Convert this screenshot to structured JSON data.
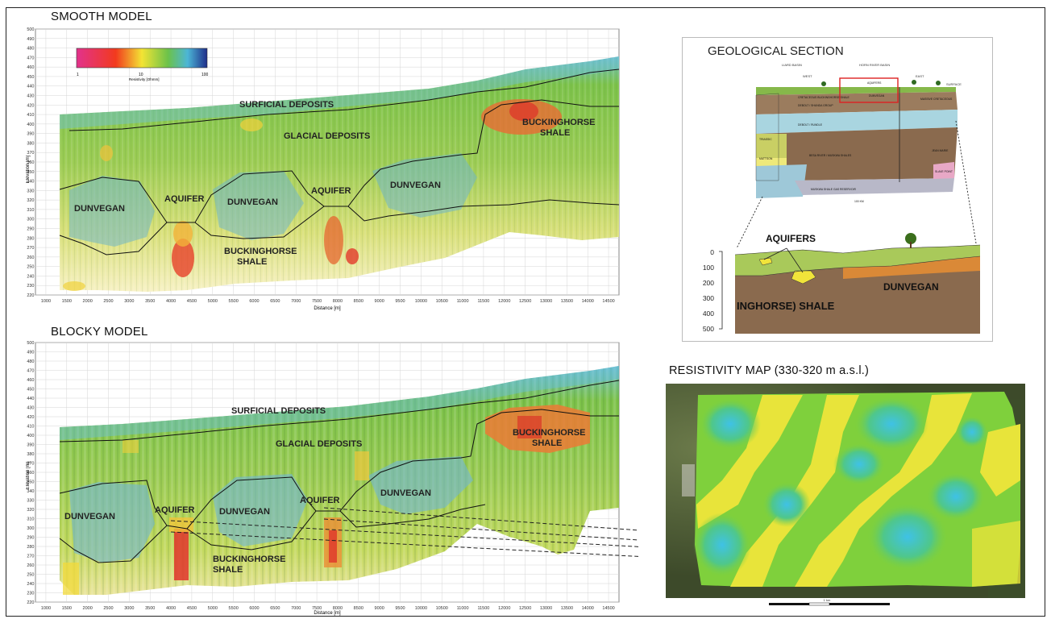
{
  "smooth": {
    "title": "SMOOTH MODEL",
    "ylabel": "Elevation [m]",
    "xlabel": "Distance [m]",
    "yticks": [
      220,
      230,
      240,
      250,
      260,
      270,
      280,
      290,
      300,
      310,
      320,
      330,
      340,
      350,
      360,
      370,
      380,
      390,
      400,
      410,
      420,
      430,
      440,
      450,
      460,
      470,
      480,
      490,
      500
    ],
    "xticks": [
      1000,
      1500,
      2000,
      2500,
      3000,
      3500,
      4000,
      4500,
      5000,
      5500,
      6000,
      6500,
      7000,
      7500,
      8000,
      8500,
      9000,
      9500,
      10000,
      10500,
      11000,
      11500,
      12000,
      12500,
      13000,
      13500,
      14000,
      14500
    ],
    "colorbar": {
      "min": "1",
      "mid": "10",
      "max": "100",
      "label": "Resistivity [Ohmm]"
    },
    "labels": {
      "surficial": "SURFICIAL DEPOSITS",
      "glacial": "GLACIAL DEPOSITS",
      "bh_top_1": "BUCKINGHORSE",
      "bh_top_2": "SHALE",
      "dunvegan_1": "DUNVEGAN",
      "aquifer_1": "AQUIFER",
      "dunvegan_2": "DUNVEGAN",
      "aquifer_2": "AQUIFER",
      "dunvegan_3": "DUNVEGAN",
      "bh_bot_1": "BUCKINGHORSE",
      "bh_bot_2": "SHALE"
    }
  },
  "blocky": {
    "title": "BLOCKY MODEL",
    "ylabel": "Elevation [m]",
    "xlabel": "Distance [m]",
    "yticks": [
      220,
      230,
      240,
      250,
      260,
      270,
      280,
      290,
      300,
      310,
      320,
      330,
      340,
      350,
      360,
      370,
      380,
      390,
      400,
      410,
      420,
      430,
      440,
      450,
      460,
      470,
      480,
      490,
      500
    ],
    "xticks": [
      1000,
      1500,
      2000,
      2500,
      3000,
      3500,
      4000,
      4500,
      5000,
      5500,
      6000,
      6500,
      7000,
      7500,
      8000,
      8500,
      9000,
      9500,
      10000,
      10500,
      11000,
      11500,
      12000,
      12500,
      13000,
      13500,
      14000,
      14500
    ],
    "labels": {
      "surficial": "SURFICIAL DEPOSITS",
      "glacial": "GLACIAL DEPOSITS",
      "bh_top_1": "BUCKINGHORSE",
      "bh_top_2": "SHALE",
      "dunvegan_1": "DUNVEGAN",
      "aquifer_1": "AQUIFER",
      "dunvegan_2": "DUNVEGAN",
      "aquifer_2": "AQUIFER",
      "dunvegan_3": "DUNVEGAN",
      "bh_bot_1": "BUCKINGHORSE",
      "bh_bot_2": "SHALE"
    }
  },
  "geo": {
    "title": "GEOLOGICAL SECTION",
    "top_labels": {
      "liard": "LIARD BASIN",
      "horn": "HORN RIVER BASIN",
      "west": "WEST",
      "east": "EAST",
      "surface": "SURFACE"
    },
    "inner_labels": [
      "AQUIFERS",
      "DUNVEGAN",
      "CRETACEOUS BUCKINGHORSE SHALE",
      "MASSIVE CRETACEOUS",
      "DEBOLT / SHUNDA GROUP",
      "DEBOLT / RUNDLE",
      "BESA RIVER / MUSKWA SHALES",
      "JEAN MARIE",
      "SLAVE POINT",
      "MUSKWA SHALE GAS RESERVOIR",
      "MATTSON",
      "TRIASSIC",
      "100 KM"
    ],
    "depth_ticks": [
      "0",
      "100",
      "200",
      "300",
      "400",
      "500"
    ],
    "zoom_labels": {
      "aquifers": "AQUIFERS",
      "dunvegan": "DUNVEGAN",
      "shale": "INGHORSE) SHALE"
    }
  },
  "map": {
    "title": "RESISTIVITY MAP (330-320 m a.s.l.)",
    "scale_label": "1 km"
  },
  "colors": {
    "green": "#7cc24a",
    "yellow": "#f1e43a",
    "red": "#d9342b",
    "blue": "#64b9e0",
    "brown": "#8a6a4e",
    "olive": "#a9c95a"
  }
}
